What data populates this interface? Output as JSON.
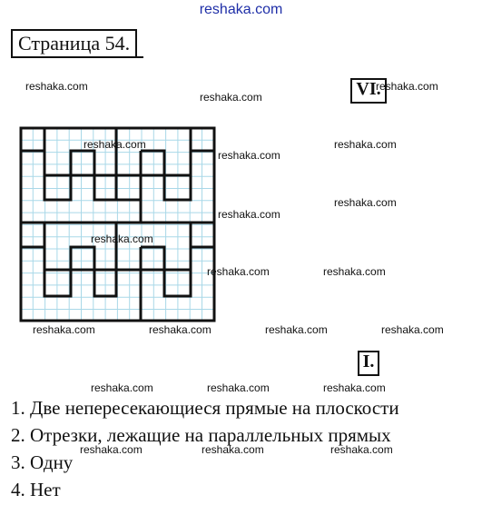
{
  "header": {
    "site": "reshaka.com"
  },
  "page": {
    "label": "Страница 54."
  },
  "tags": {
    "vi": "VI.",
    "i": "I."
  },
  "watermark": "reshaka.com",
  "answers": [
    "1. Две непересекающиеся прямые на плоскости",
    "2. Отрезки, лежащие на параллельных прямых",
    "3. Одну",
    "4. Нет"
  ],
  "colors": {
    "grid": "#a9d8e8",
    "ink": "#111111",
    "header": "#1f2fa8"
  }
}
